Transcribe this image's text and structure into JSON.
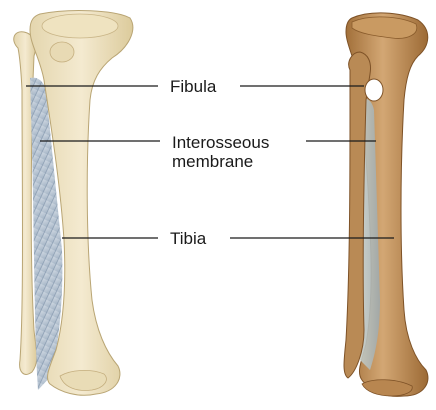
{
  "figure": {
    "labels": {
      "fibula": "Fibula",
      "interosseous_line1": "Interosseous",
      "interosseous_line2": "membrane",
      "tibia": "Tibia"
    }
  }
}
